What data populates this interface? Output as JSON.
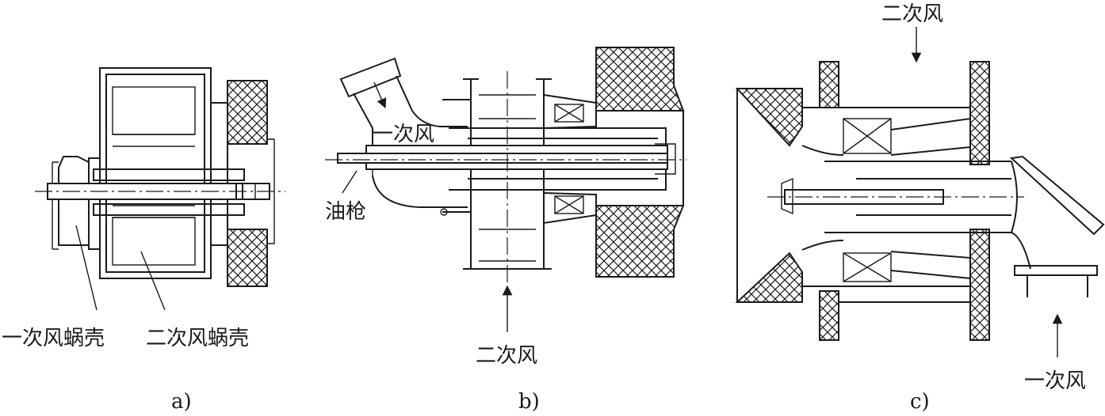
{
  "figure_a": {
    "caption": "a)",
    "label_primary_volute": "一次风蜗壳",
    "label_secondary_volute": "二次风蜗壳"
  },
  "figure_b": {
    "caption": "b)",
    "label_primary_air": "一次风",
    "label_oil_gun": "油枪",
    "label_secondary_air": "二次风"
  },
  "figure_c": {
    "caption": "c)",
    "label_secondary_air": "二次风",
    "label_primary_air": "一次风"
  }
}
